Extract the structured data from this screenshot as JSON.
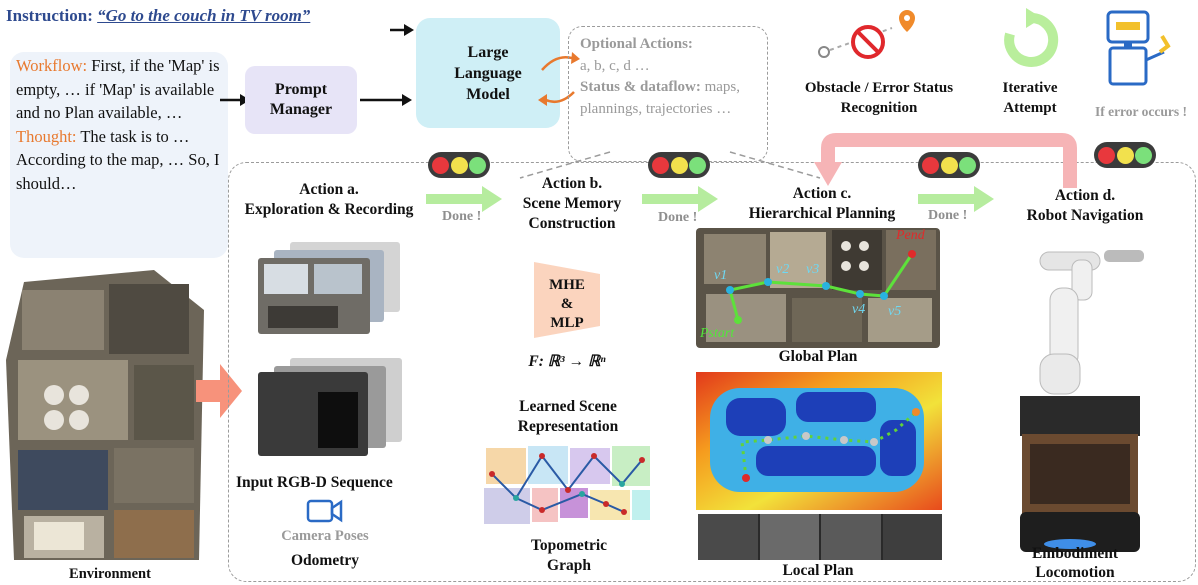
{
  "instruction": {
    "label": "Instruction:",
    "quote": "“Go to the couch in TV room”"
  },
  "thought_panel": {
    "workflow_label": "Workflow:",
    "workflow_text": " First, if the 'Map' is empty, … if 'Map' is available and no Plan available, …",
    "thought_label": "Thought:",
    "thought_text": " The task is to … According to the map, … So, I should…"
  },
  "prompt_manager": {
    "line1": "Prompt",
    "line2": "Manager"
  },
  "llm": {
    "line1": "Large",
    "line2": "Language",
    "line3": "Model"
  },
  "optional": {
    "actions_label": "Optional Actions:",
    "actions_values": "a, b, c, d …",
    "status_label": "Status & dataflow:",
    "status_values": " maps, plannings, trajectories …"
  },
  "status_icons": {
    "obstacle_line1": "Obstacle / Error Status",
    "obstacle_line2": "Recognition",
    "iterative_line1": "Iterative",
    "iterative_line2": "Attempt",
    "error": "If error occurs !"
  },
  "actions": {
    "a_line1": "Action a.",
    "a_line2": "Exploration & Recording",
    "b_line1": "Action b.",
    "b_line2": "Scene Memory",
    "b_line3": "Construction",
    "c_line1": "Action c.",
    "c_line2": "Hierarchical Planning",
    "d_line1": "Action d.",
    "d_line2": "Robot Navigation",
    "done": "Done !"
  },
  "col_a": {
    "rgbd": "Input RGB-D Sequence",
    "camera": "Camera Poses",
    "odometry": "Odometry"
  },
  "col_b": {
    "mhe_1": "MHE",
    "mhe_2": "&",
    "mhe_3": "MLP",
    "formula": "F: ℝ³ → ℝⁿ",
    "learned_1": "Learned Scene",
    "learned_2": "Representation",
    "topo_1": "Topometric",
    "topo_2": "Graph"
  },
  "col_c": {
    "global": "Global Plan",
    "local": "Local Plan",
    "p_start": "Pstart",
    "p_end": "Pend",
    "nodes": [
      "v1",
      "v2",
      "v3",
      "v4",
      "v5"
    ]
  },
  "col_d": {
    "line1": "Embodiment",
    "line2": "Locomotion"
  },
  "environment": "Environment",
  "colors": {
    "light_red": "#e8383d",
    "light_yellow": "#f2e14d",
    "light_green": "#7be07b",
    "done_arrow": "#b6ec9e",
    "loop_arrow": "#f6b4b6",
    "env_arrow": "#f7927b"
  }
}
